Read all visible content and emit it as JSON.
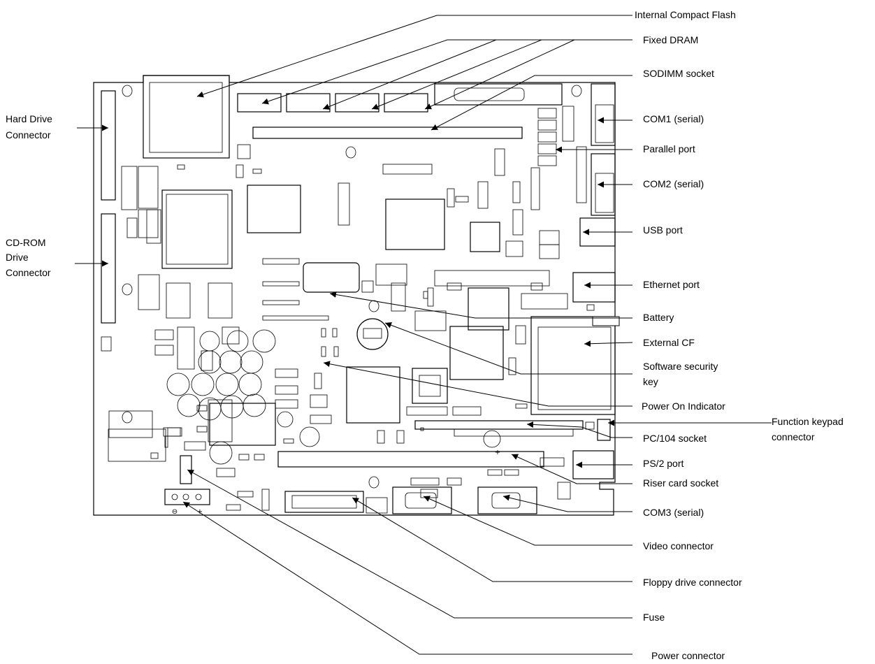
{
  "labels": {
    "internal_cf": "Internal Compact Flash",
    "fixed_dram": "Fixed DRAM",
    "sodimm": "SODIMM socket",
    "com1": "COM1 (serial)",
    "parallel": "Parallel port",
    "com2": "COM2 (serial)",
    "usb": "USB port",
    "ethernet": "Ethernet port",
    "battery": "Battery",
    "external_cf": "External CF",
    "security_key_1": "Software security",
    "security_key_2": "key",
    "power_on": "Power On Indicator",
    "function_keypad_1": "Function keypad",
    "function_keypad_2": "connector",
    "pc104": "PC/104 socket",
    "ps2": "PS/2 port",
    "riser": "Riser card socket",
    "com3": "COM3 (serial)",
    "video": "Video connector",
    "floppy": "Floppy drive connector",
    "fuse": "Fuse",
    "power_connector": "Power connector",
    "hard_drive_1": "Hard Drive",
    "hard_drive_2": "Connector",
    "cdrom_1": "CD-ROM",
    "cdrom_2": "Drive",
    "cdrom_3": "Connector"
  },
  "board_marks": {
    "minus": "⊖",
    "plus": "+"
  }
}
